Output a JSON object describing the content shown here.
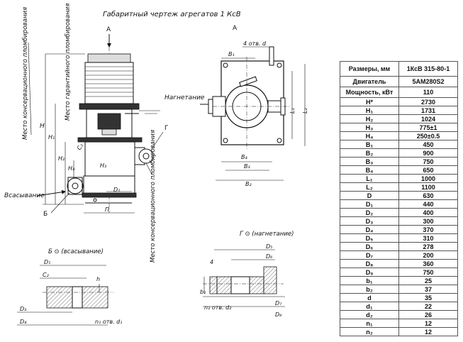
{
  "title": "Габаритный чертеж агрегатов 1 КсВ",
  "views": {
    "main_arrow": "А",
    "top_view_label": "А",
    "top_holes": "4 отв. d",
    "discharge_label": "Нагнетание",
    "suction_label": "Всасывание",
    "seal_left": "Место консервационного пломбирования",
    "seal_warranty": "Место гарантийного пломбирования",
    "seal_bottom": "Место консервационного пломбирования",
    "detail_b_title": "Б ⊙ (всасывание)",
    "detail_g_title": "Г ⊙ (нагнетание)",
    "callout_b": "Б",
    "callout_g": "Г"
  },
  "dims": {
    "A": "A",
    "H": "H",
    "H1": "H₁",
    "H2": "H₂",
    "H3": "H₃",
    "H4": "H₄",
    "B1": "B₁",
    "B2": "B₂",
    "B3": "B₃",
    "B4": "B₄",
    "L1": "L₁",
    "L2": "L₂",
    "D": "D",
    "D1": "D₁",
    "D2": "D₂",
    "D3": "D₃",
    "D4": "D₄",
    "D5": "D₅",
    "D6": "D₆",
    "D7": "D₇",
    "D8": "D₈",
    "C2": "C₂",
    "b1": "b₁",
    "b2": "b₂",
    "h": "h",
    "four": "4",
    "n1_holes": "n₁ отв. d₁",
    "n2_holes": "n₂ отв. d₂",
    "D_bottom": "П"
  },
  "table": {
    "header": [
      "Размеры, мм",
      "1КсВ 315-80-1"
    ],
    "rows": [
      [
        "Двигатель",
        "5AM280S2"
      ],
      [
        "Мощность, кВт",
        "110"
      ],
      [
        "H*",
        "2730"
      ],
      [
        "H₁",
        "1731"
      ],
      [
        "H₂",
        "1024"
      ],
      [
        "H₃",
        "775±1"
      ],
      [
        "H₄",
        "250±0.5"
      ],
      [
        "B₁",
        "450"
      ],
      [
        "B₂",
        "900"
      ],
      [
        "B₃",
        "750"
      ],
      [
        "B₄",
        "650"
      ],
      [
        "L₁",
        "1000"
      ],
      [
        "L₂",
        "1100"
      ],
      [
        "D",
        "630"
      ],
      [
        "D₁",
        "440"
      ],
      [
        "D₂",
        "400"
      ],
      [
        "D₃",
        "300"
      ],
      [
        "D₄",
        "370"
      ],
      [
        "D₅",
        "310"
      ],
      [
        "D₆",
        "278"
      ],
      [
        "D₇",
        "200"
      ],
      [
        "D₈",
        "360"
      ],
      [
        "D₉",
        "750"
      ],
      [
        "b₁",
        "25"
      ],
      [
        "b₂",
        "37"
      ],
      [
        "d",
        "35"
      ],
      [
        "d₁",
        "22"
      ],
      [
        "d₂",
        "26"
      ],
      [
        "n₁",
        "12"
      ],
      [
        "n₂",
        "12"
      ]
    ]
  }
}
